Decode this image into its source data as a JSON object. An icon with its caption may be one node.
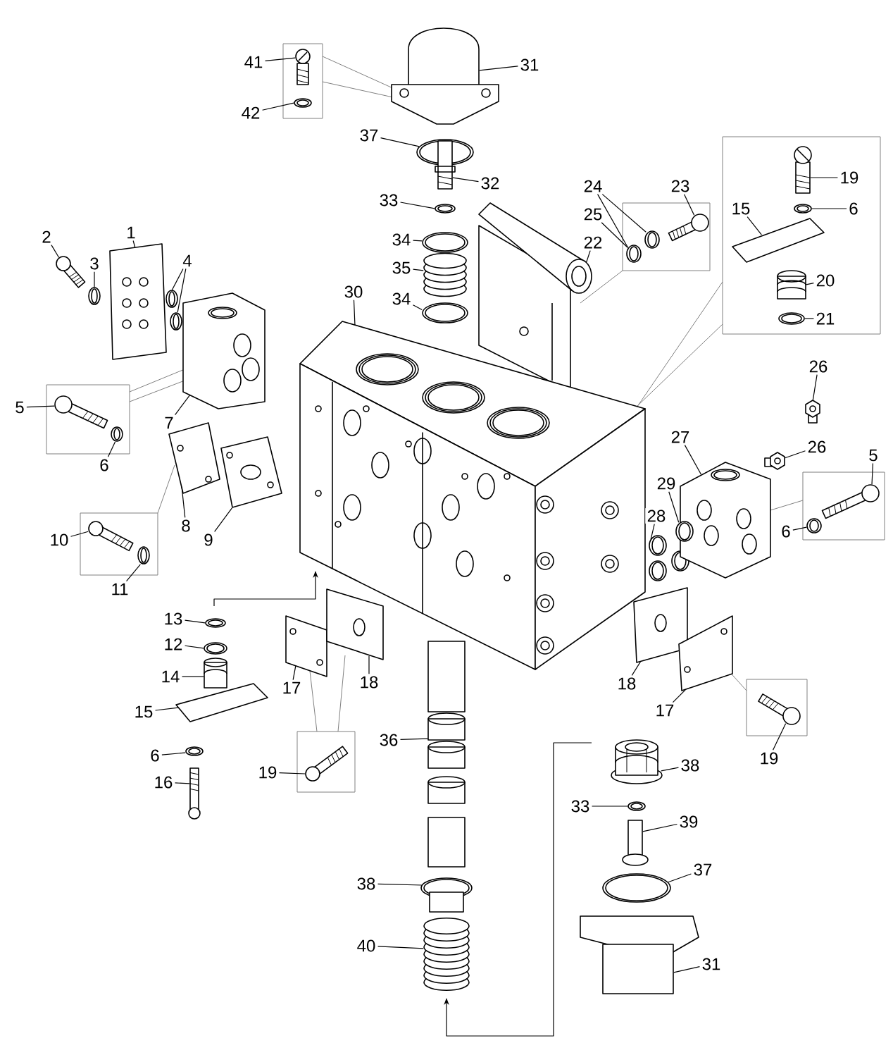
{
  "diagram": {
    "nodes": [
      {
        "text": [
          "41"
        ]
      },
      {
        "text": [
          "31"
        ]
      },
      {
        "text": [
          "42"
        ]
      },
      {
        "text": [
          "37"
        ]
      },
      {
        "text": [
          "32"
        ]
      },
      {
        "text": [
          "33"
        ]
      },
      {
        "text": [
          "24"
        ]
      },
      {
        "text": [
          "23"
        ]
      },
      {
        "text": [
          "19"
        ]
      },
      {
        "text": [
          "25"
        ]
      },
      {
        "text": [
          "6"
        ]
      },
      {
        "text": [
          "15"
        ]
      },
      {
        "text": [
          "34"
        ]
      },
      {
        "text": [
          "22"
        ]
      },
      {
        "text": [
          "35"
        ]
      },
      {
        "text": [
          "1"
        ]
      },
      {
        "text": [
          "2"
        ]
      },
      {
        "text": [
          "3"
        ]
      },
      {
        "text": [
          "4"
        ]
      },
      {
        "text": [
          "30"
        ]
      },
      {
        "text": [
          "34"
        ]
      },
      {
        "text": [
          "20"
        ]
      },
      {
        "text": [
          "21"
        ]
      },
      {
        "text": [
          "26"
        ]
      },
      {
        "text": [
          "5"
        ]
      },
      {
        "text": [
          "7"
        ]
      },
      {
        "text": [
          "27"
        ]
      },
      {
        "text": [
          "6"
        ]
      },
      {
        "text": [
          "26"
        ]
      },
      {
        "text": [
          "5"
        ]
      },
      {
        "text": [
          "8"
        ]
      },
      {
        "text": [
          "9"
        ]
      },
      {
        "text": [
          "29"
        ]
      },
      {
        "text": [
          "6"
        ]
      },
      {
        "text": [
          "10"
        ]
      },
      {
        "text": [
          "28"
        ]
      },
      {
        "text": [
          "11"
        ]
      },
      {
        "text": [
          "13"
        ]
      },
      {
        "text": [
          "12"
        ]
      },
      {
        "text": [
          "14"
        ]
      },
      {
        "text": [
          "17"
        ]
      },
      {
        "text": [
          "18"
        ]
      },
      {
        "text": [
          "18"
        ]
      },
      {
        "text": [
          "17"
        ]
      },
      {
        "text": [
          "15"
        ]
      },
      {
        "text": [
          "36"
        ]
      },
      {
        "text": [
          "19"
        ]
      },
      {
        "text": [
          "6"
        ]
      },
      {
        "text": [
          "19"
        ]
      },
      {
        "text": [
          "38"
        ]
      },
      {
        "text": [
          "16"
        ]
      },
      {
        "text": [
          "33"
        ]
      },
      {
        "text": [
          "39"
        ]
      },
      {
        "text": [
          "37"
        ]
      },
      {
        "text": [
          "38"
        ]
      },
      {
        "text": [
          "40"
        ]
      },
      {
        "text": [
          "31"
        ]
      },
      {
        "text": [],
        "shape": "picture"
      },
      {
        "text": [],
        "shape": "picture"
      },
      {
        "text": [],
        "shape": "picture"
      },
      {
        "text": [],
        "shape": "picture"
      },
      {
        "text": [],
        "shape": "picture"
      },
      {
        "text": [],
        "shape": "picture"
      },
      {
        "text": [],
        "shape": "picture"
      },
      {
        "text": [],
        "shape": "picture"
      },
      {
        "text": [],
        "shape": "picture"
      },
      {
        "text": [],
        "shape": "picture"
      },
      {
        "text": [],
        "shape": "picture"
      },
      {
        "text": [],
        "shape": "picture"
      },
      {
        "text": [],
        "shape": "picture"
      },
      {
        "text": [],
        "shape": "picture"
      },
      {
        "text": [],
        "shape": "picture"
      },
      {
        "text": [],
        "shape": "picture"
      },
      {
        "text": [],
        "shape": "picture"
      },
      {
        "text": [],
        "shape": "picture"
      },
      {
        "text": [],
        "shape": "picture"
      },
      {
        "text": [],
        "shape": "picture"
      },
      {
        "text": [],
        "shape": "picture"
      },
      {
        "text": [],
        "shape": "picture"
      },
      {
        "text": [],
        "shape": "picture"
      },
      {
        "text": [],
        "shape": "picture"
      },
      {
        "text": [],
        "shape": "picture"
      },
      {
        "text": [],
        "shape": "picture"
      },
      {
        "text": [],
        "shape": "picture"
      },
      {
        "text": [],
        "shape": "picture"
      },
      {
        "text": [],
        "shape": "picture"
      },
      {
        "text": [],
        "shape": "picture"
      },
      {
        "text": [],
        "shape": "picture"
      },
      {
        "text": [],
        "shape": "picture"
      },
      {
        "text": [],
        "shape": "picture"
      },
      {
        "text": [],
        "shape": "picture"
      },
      {
        "text": [],
        "shape": "picture"
      },
      {
        "text": [],
        "shape": "picture"
      },
      {
        "text": [],
        "shape": "picture"
      },
      {
        "text": [],
        "shape": "picture"
      },
      {
        "text": [],
        "shape": "picture"
      },
      {
        "text": [],
        "shape": "picture"
      },
      {
        "text": [],
        "shape": "picture"
      },
      {
        "text": [],
        "shape": "picture"
      },
      {
        "text": [],
        "shape": "picture"
      },
      {
        "text": [],
        "shape": "picture"
      },
      {
        "text": [],
        "shape": "picture"
      },
      {
        "text": [],
        "shape": "picture"
      },
      {
        "text": [],
        "shape": "picture"
      },
      {
        "text": [],
        "shape": "picture"
      },
      {
        "text": [],
        "shape": "picture"
      },
      {
        "text": [],
        "shape": "picture"
      },
      {
        "text": [],
        "shape": "picture"
      },
      {
        "text": [],
        "shape": "picture"
      },
      {
        "text": [],
        "shape": "picture"
      },
      {
        "text": [],
        "shape": "picture"
      },
      {
        "text": [],
        "shape": "picture"
      },
      {
        "text": [],
        "shape": "picture"
      },
      {
        "text": [],
        "shape": "picture"
      },
      {
        "text": [],
        "shape": "picture"
      }
    ],
    "edges": [
      {
        "from": 0,
        "to": 57,
        "arrow": "none"
      },
      {
        "from": 1,
        "to": 58,
        "arrow": "none"
      },
      {
        "from": 2,
        "to": 59,
        "arrow": "none"
      },
      {
        "from": 3,
        "to": 60,
        "arrow": "none"
      },
      {
        "from": 4,
        "to": 61,
        "arrow": "none"
      },
      {
        "from": 5,
        "to": 62,
        "arrow": "none"
      },
      {
        "from": 6,
        "to": 63,
        "arrow": "none"
      },
      {
        "from": 6,
        "to": 64,
        "arrow": "none"
      },
      {
        "from": 7,
        "to": 65,
        "arrow": "none"
      },
      {
        "from": 8,
        "to": 66,
        "arrow": "none"
      },
      {
        "from": 9,
        "to": 64,
        "arrow": "none"
      },
      {
        "from": 10,
        "to": 67,
        "arrow": "none"
      },
      {
        "from": 11,
        "to": 68,
        "arrow": "none"
      },
      {
        "from": 12,
        "to": 69,
        "arrow": "none"
      },
      {
        "from": 13,
        "to": 70,
        "arrow": "none"
      },
      {
        "from": 14,
        "to": 71,
        "arrow": "none"
      },
      {
        "from": 15,
        "to": 72,
        "arrow": "none"
      },
      {
        "from": 16,
        "to": 73,
        "arrow": "none"
      },
      {
        "from": 17,
        "to": 74,
        "arrow": "none"
      },
      {
        "from": 18,
        "to": 75,
        "arrow": "none"
      },
      {
        "from": 18,
        "to": 76,
        "arrow": "none"
      },
      {
        "from": 19,
        "to": 77,
        "arrow": "none"
      },
      {
        "from": 20,
        "to": 78,
        "arrow": "none"
      },
      {
        "from": 21,
        "to": 79,
        "arrow": "none"
      },
      {
        "from": 22,
        "to": 80,
        "arrow": "none"
      },
      {
        "from": 23,
        "to": 81,
        "arrow": "none"
      },
      {
        "from": 24,
        "to": 82,
        "arrow": "none"
      },
      {
        "from": 25,
        "to": 83,
        "arrow": "none"
      },
      {
        "from": 26,
        "to": 84,
        "arrow": "none"
      },
      {
        "from": 27,
        "to": 85,
        "arrow": "none"
      },
      {
        "from": 28,
        "to": 86,
        "arrow": "none"
      },
      {
        "from": 29,
        "to": 87,
        "arrow": "none"
      },
      {
        "from": 30,
        "to": 88,
        "arrow": "none"
      },
      {
        "from": 31,
        "to": 89,
        "arrow": "none"
      },
      {
        "from": 32,
        "to": 90,
        "arrow": "none"
      },
      {
        "from": 33,
        "to": 91,
        "arrow": "none"
      },
      {
        "from": 34,
        "to": 92,
        "arrow": "none"
      },
      {
        "from": 35,
        "to": 93,
        "arrow": "none"
      },
      {
        "from": 36,
        "to": 94,
        "arrow": "none"
      },
      {
        "from": 37,
        "to": 95,
        "arrow": "none"
      },
      {
        "from": 38,
        "to": 96,
        "arrow": "none"
      },
      {
        "from": 39,
        "to": 97,
        "arrow": "none"
      },
      {
        "from": 40,
        "to": 98,
        "arrow": "none"
      },
      {
        "from": 41,
        "to": 99,
        "arrow": "none"
      },
      {
        "from": 42,
        "to": 100,
        "arrow": "none"
      },
      {
        "from": 43,
        "to": 101,
        "arrow": "none"
      },
      {
        "from": 44,
        "to": 102,
        "arrow": "none"
      },
      {
        "from": 45,
        "to": 103,
        "arrow": "none"
      },
      {
        "from": 46,
        "to": 104,
        "arrow": "none"
      },
      {
        "from": 47,
        "to": 105,
        "arrow": "none"
      },
      {
        "from": 48,
        "to": 106,
        "arrow": "none"
      },
      {
        "from": 49,
        "to": 107,
        "arrow": "none"
      },
      {
        "from": 50,
        "to": 108,
        "arrow": "none"
      },
      {
        "from": 51,
        "to": 109,
        "arrow": "none"
      },
      {
        "from": 52,
        "to": 110,
        "arrow": "none"
      },
      {
        "from": 53,
        "to": 111,
        "arrow": "none"
      },
      {
        "from": 54,
        "to": 112,
        "arrow": "none"
      },
      {
        "from": 55,
        "to": 113,
        "arrow": "none"
      },
      {
        "from": 56,
        "to": 114,
        "arrow": "none"
      }
    ]
  }
}
